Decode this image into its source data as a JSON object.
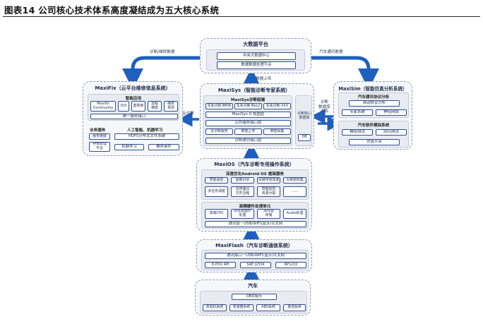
{
  "figure_title": "图表14  公司核心技术体系高度凝结成为五大核心系统",
  "bigdata": {
    "title": "大数据平台",
    "items": [
      "中央大数据中心",
      "数据数据处理节点"
    ]
  },
  "maxifix": {
    "title": "MaxiFix（云平台维修信息系统）",
    "intelligent_app_label": "智能应用",
    "apps": [
      "Maxifix\nCommunity",
      "DVI",
      "案例库",
      "远程\n稽核",
      "维修\n预测"
    ],
    "unified_interface": "统一服务接口",
    "business_services_label": "业务服务",
    "business_services": [
      "服务链接",
      "存储管理\n平台"
    ],
    "ai_label": "人工智能、机器学习",
    "ai_items": [
      "HDFS分布式文件系统",
      "机器学习",
      "推荐事件"
    ]
  },
  "maxisys": {
    "title": "MaxiSys（智能诊断专家系统）",
    "components_label": "MaxiSys诊断组端",
    "components": [
      "车系诊断-BMW",
      "车系诊断-Benz",
      "车系诊断-XXX",
      "MaxiSys U 视图层",
      "公共服务接口层",
      "云诊断服务",
      "数据上传",
      "数据采集",
      "诊断通讯接口层"
    ],
    "side_label": "诊断核心\n数据库",
    "side_box": "DB"
  },
  "maxisim": {
    "title": "MaxiSim（智能仿真分析系统）",
    "protocol_label": "汽车通讯协议分析",
    "protocol_items": [
      "自动协议分析",
      "专家系统",
      "神经网络"
    ],
    "sim_label": "汽车软件模拟系统",
    "sim_items": [
      "模拟测试",
      "回归测试",
      "仿真平台"
    ]
  },
  "maxios": {
    "title": "MaxiOS（汽车诊断专用操作系统）",
    "optimized_label": "深度优化Android OS 框架服务",
    "optimized_items": [
      "智能语音",
      "图像识别",
      "关键传感加速",
      "大数据收集",
      "多任务调度",
      "云存储及\n文件压缩",
      "智能动态\n资源分配",
      "……"
    ],
    "hw_label": "高精硬件处理单元",
    "hw_items": [
      "高端CPU",
      "高性能图形\n处理",
      "高性能\n存储",
      "Audio处理"
    ],
    "comm_layer": "通讯层－USB/WIFI/蓝牙/以太网"
  },
  "maxiflash": {
    "title": "MaxiFlash（汽车诊断通信系统）",
    "comm_interface": "通讯接口－USB/WIFI/蓝牙/以太网",
    "protocols": [
      "D-PDU  API",
      "SAE  J2534",
      "RP1210"
    ]
  },
  "car": {
    "title": "汽车",
    "obd": "OBD接头",
    "systems": [
      "发动机系统",
      "变速箱系统",
      "ABS系统",
      "其他系统"
    ]
  },
  "edges": {
    "diag_maintenance_data": "诊断/维修数据",
    "vehicle_comm_data": "汽车通讯数据",
    "data_upload": "数据上传",
    "cloud_diagnosis": "云诊断",
    "diag_data_training": "诊断\n数据库\n训练"
  }
}
